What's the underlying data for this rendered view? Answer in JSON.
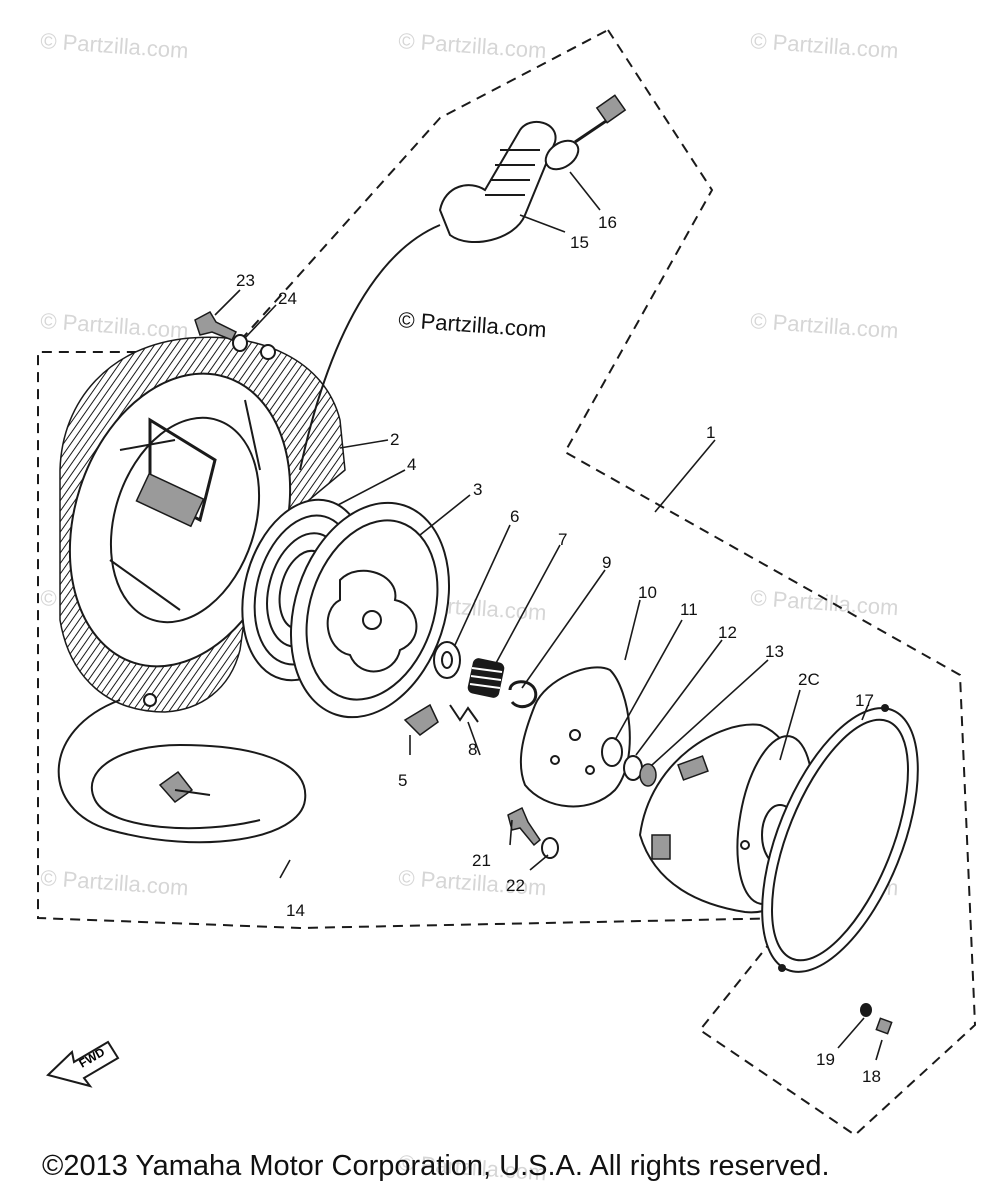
{
  "watermarks": {
    "main": "© Partzilla.com",
    "faint": "© Partzilla.com"
  },
  "callouts": [
    "1",
    "2",
    "3",
    "4",
    "5",
    "6",
    "7",
    "8",
    "9",
    "10",
    "11",
    "12",
    "13",
    "14",
    "15",
    "16",
    "17",
    "18",
    "19",
    "2C",
    "21",
    "22",
    "23",
    "24"
  ],
  "direction_label": "FWD",
  "copyright": "©2013 Yamaha Motor Corporation, U.S.A. All rights reserved.",
  "colors": {
    "ink": "#1a1a1a",
    "watermark": "#d6d6d6",
    "background": "#ffffff"
  }
}
